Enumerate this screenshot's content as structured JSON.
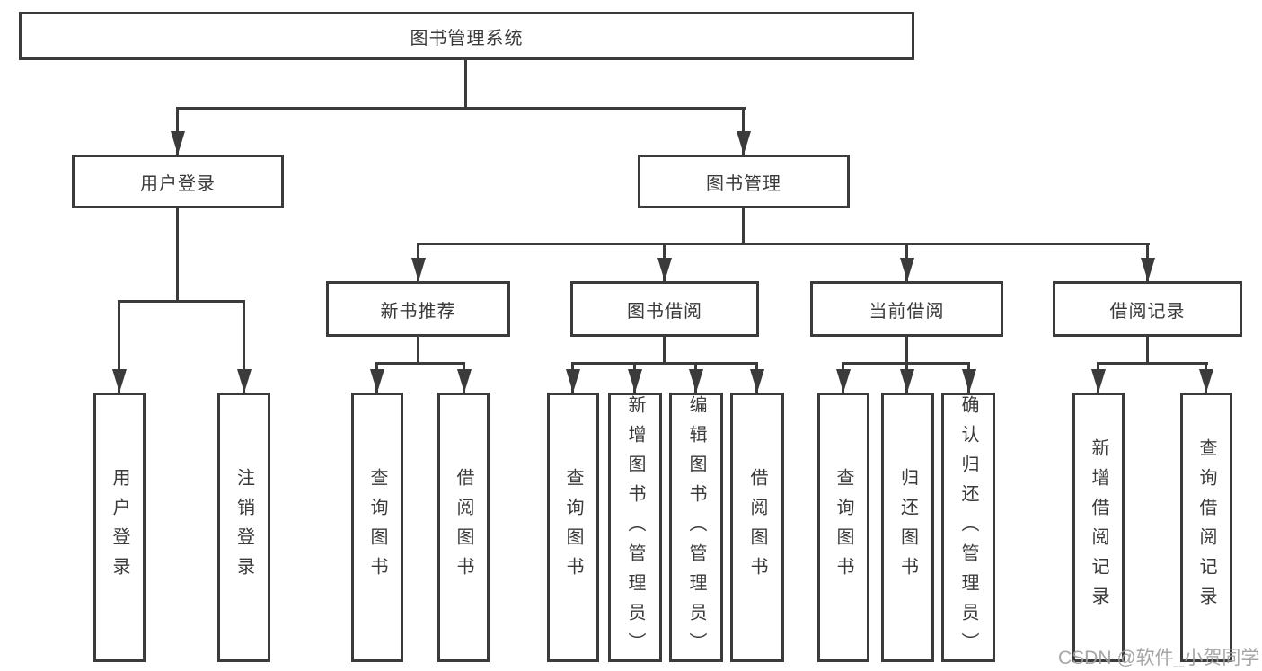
{
  "diagram": {
    "title": "图书管理系统",
    "type": "function-structure-tree",
    "colors": {
      "line": "#3b3b3b",
      "box_border": "#3b3b3b",
      "text": "#3a3a3a",
      "background": "#ffffff",
      "watermark": "#9e9e9e"
    },
    "watermark": "CSDN @软件_小贺同学",
    "nodes": {
      "root": {
        "label": "图书管理系统"
      },
      "level2": [
        {
          "label": "用户登录",
          "parent": "图书管理系统"
        },
        {
          "label": "图书管理",
          "parent": "图书管理系统"
        }
      ],
      "level3": [
        {
          "label": "新书推荐",
          "parent": "图书管理"
        },
        {
          "label": "图书借阅",
          "parent": "图书管理"
        },
        {
          "label": "当前借阅",
          "parent": "图书管理"
        },
        {
          "label": "借阅记录",
          "parent": "图书管理"
        }
      ],
      "leaves": [
        {
          "label": "用户登录",
          "parent": "用户登录"
        },
        {
          "label": "注销登录",
          "parent": "用户登录"
        },
        {
          "label": "查询图书",
          "parent": "新书推荐"
        },
        {
          "label": "借阅图书",
          "parent": "新书推荐"
        },
        {
          "label": "查询图书",
          "parent": "图书借阅"
        },
        {
          "label": "新增图书（管理员）",
          "parent": "图书借阅"
        },
        {
          "label": "编辑图书（管理员）",
          "parent": "图书借阅"
        },
        {
          "label": "借阅图书",
          "parent": "图书借阅"
        },
        {
          "label": "查询图书",
          "parent": "当前借阅"
        },
        {
          "label": "归还图书",
          "parent": "当前借阅"
        },
        {
          "label": "确认归还（管理员）",
          "parent": "当前借阅"
        },
        {
          "label": "新增借阅记录",
          "parent": "借阅记录"
        },
        {
          "label": "查询借阅记录",
          "parent": "借阅记录"
        }
      ]
    }
  }
}
